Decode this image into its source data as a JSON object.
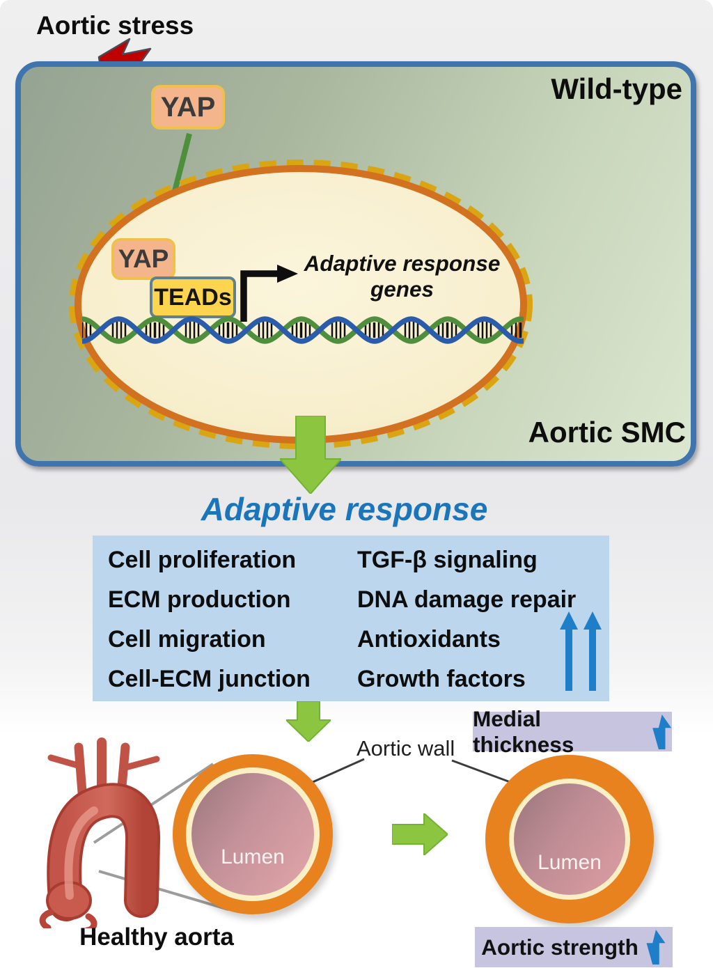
{
  "figure": {
    "stress_label": "Aortic stress",
    "genotype_label": "Wild-type",
    "cell_type_label": "Aortic SMC",
    "yap_cytoplasm_label": "YAP",
    "yap_nucleus_label": "YAP",
    "teads_label": "TEADs",
    "target_genes_label": "Adaptive response genes"
  },
  "adaptive_response": {
    "title": "Adaptive response",
    "left_items": [
      "Cell proliferation",
      "ECM production",
      "Cell migration",
      "Cell-ECM junction"
    ],
    "right_items": [
      "TGF-β signaling",
      "DNA damage repair",
      "Antioxidants",
      "Growth factors"
    ]
  },
  "aorta_section": {
    "healthy_label": "Healthy aorta",
    "wall_label": "Aortic wall",
    "lumen_label_healthy": "Lumen",
    "lumen_label_adapted": "Lumen",
    "medial_thickness_label": "Medial thickness",
    "aortic_strength_label": "Aortic strength"
  },
  "colors": {
    "cell_border_blue": "#3F74AD",
    "accent_blue": "#1B75BB",
    "list_box_blue": "#BCD6EE",
    "stat_box_lavender": "#C6C4DF",
    "up_arrow_blue": "#1E7EC8",
    "green_arrow": "#8CC540",
    "nucleus_border_orange": "#D2711F",
    "nuclear_dash_gold": "#D9A512",
    "aortic_wall_orange": "#E8821E",
    "lightning_red": "#C00000"
  }
}
